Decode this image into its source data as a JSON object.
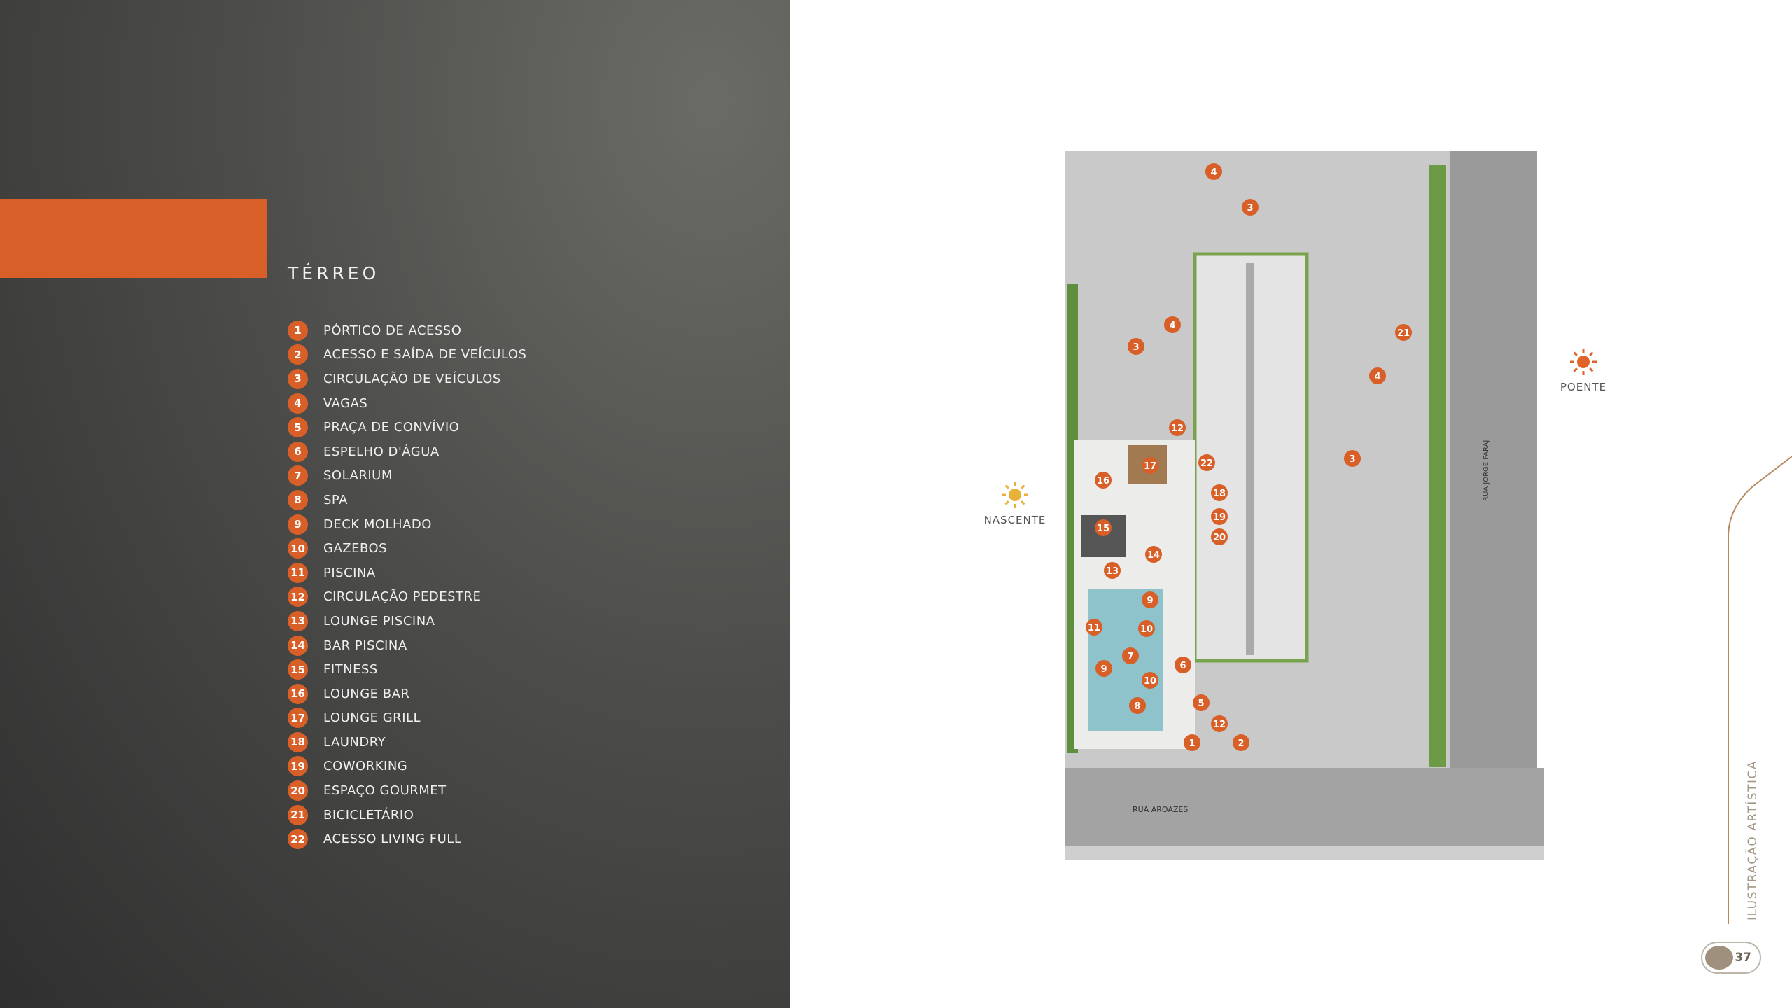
{
  "title": "TÉRREO",
  "legend": [
    {
      "n": "1",
      "label": "PÓRTICO DE ACESSO"
    },
    {
      "n": "2",
      "label": "ACESSO E SAÍDA DE VEÍCULOS"
    },
    {
      "n": "3",
      "label": "CIRCULAÇÃO DE VEÍCULOS"
    },
    {
      "n": "4",
      "label": "VAGAS"
    },
    {
      "n": "5",
      "label": "PRAÇA DE CONVÍVIO"
    },
    {
      "n": "6",
      "label": "ESPELHO D'ÁGUA"
    },
    {
      "n": "7",
      "label": "SOLARIUM"
    },
    {
      "n": "8",
      "label": "SPA"
    },
    {
      "n": "9",
      "label": "DECK MOLHADO"
    },
    {
      "n": "10",
      "label": "GAZEBOS"
    },
    {
      "n": "11",
      "label": "PISCINA"
    },
    {
      "n": "12",
      "label": "CIRCULAÇÃO PEDESTRE"
    },
    {
      "n": "13",
      "label": "LOUNGE PISCINA"
    },
    {
      "n": "14",
      "label": "BAR PISCINA"
    },
    {
      "n": "15",
      "label": "FITNESS"
    },
    {
      "n": "16",
      "label": "LOUNGE BAR"
    },
    {
      "n": "17",
      "label": "LOUNGE GRILL"
    },
    {
      "n": "18",
      "label": "LAUNDRY"
    },
    {
      "n": "19",
      "label": "COWORKING"
    },
    {
      "n": "20",
      "label": "ESPAÇO GOURMET"
    },
    {
      "n": "21",
      "label": "BICICLETÁRIO"
    },
    {
      "n": "22",
      "label": "ACESSO LIVING FULL"
    }
  ],
  "plan": {
    "markers": [
      "4",
      "3",
      "4",
      "3",
      "21",
      "4",
      "12",
      "3",
      "22",
      "17",
      "16",
      "18",
      "19",
      "15",
      "20",
      "14",
      "13",
      "9",
      "11",
      "10",
      "7",
      "6",
      "9",
      "10",
      "5",
      "8",
      "12",
      "1",
      "2"
    ],
    "street_bottom": "RUA AROAZES",
    "street_right": "RUA JORGE FARAJ"
  },
  "compass": {
    "east": "NASCENTE",
    "west": "POENTE"
  },
  "note": "ILUSTRAÇÃO ARTÍSTICA",
  "page_number": "37",
  "colors": {
    "accent": "#d85f27",
    "sun_east": "#e8b13a",
    "sun_west": "#e0632a"
  }
}
